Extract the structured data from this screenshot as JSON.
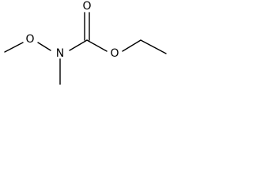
{
  "molecule": {
    "atoms": {
      "methoxy_oxygen": "O",
      "nitrogen": "N",
      "carbonyl_oxygen": "O",
      "ester_oxygen": "O"
    }
  }
}
